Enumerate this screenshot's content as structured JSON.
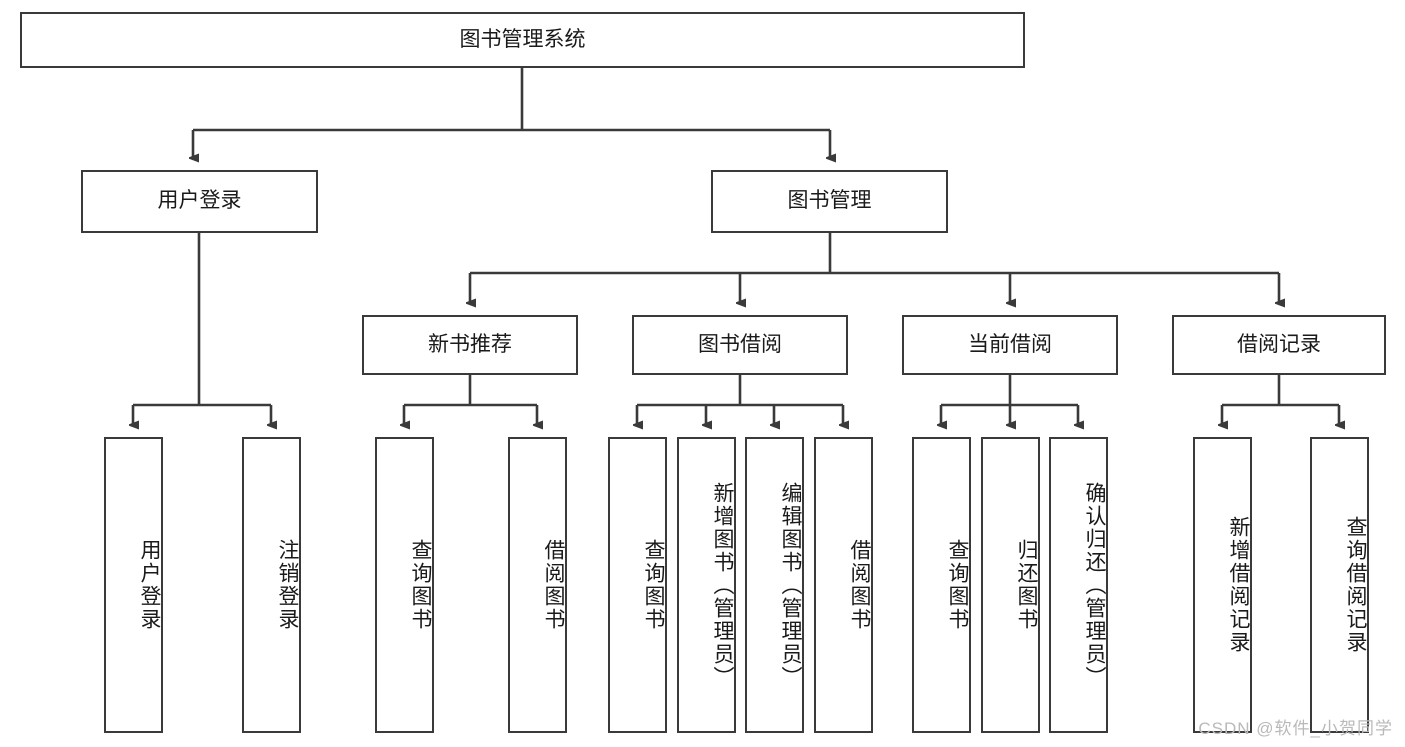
{
  "diagram": {
    "type": "tree-hierarchy",
    "title": "图书管理系统",
    "orientation": "top-down",
    "root": {
      "id": "root",
      "label": "图书管理系统"
    },
    "level2": [
      {
        "id": "user-login",
        "label": "用户登录"
      },
      {
        "id": "book-manage",
        "label": "图书管理"
      }
    ],
    "level3": [
      {
        "id": "new-book-recommend",
        "label": "新书推荐",
        "parent": "book-manage"
      },
      {
        "id": "book-borrow",
        "label": "图书借阅",
        "parent": "book-manage"
      },
      {
        "id": "current-borrow",
        "label": "当前借阅",
        "parent": "book-manage"
      },
      {
        "id": "borrow-record",
        "label": "借阅记录",
        "parent": "book-manage"
      }
    ],
    "leaves": [
      {
        "id": "leaf-user-login",
        "label": "用户登录",
        "parent": "user-login"
      },
      {
        "id": "leaf-logout",
        "label": "注销登录",
        "parent": "user-login"
      },
      {
        "id": "leaf-query-book-1",
        "label": "查询图书",
        "parent": "new-book-recommend"
      },
      {
        "id": "leaf-borrow-book-1",
        "label": "借阅图书",
        "parent": "new-book-recommend"
      },
      {
        "id": "leaf-query-book-2",
        "label": "查询图书",
        "parent": "book-borrow"
      },
      {
        "id": "leaf-add-book",
        "label": "新增图书（管理员）",
        "parent": "book-borrow"
      },
      {
        "id": "leaf-edit-book",
        "label": "编辑图书（管理员）",
        "parent": "book-borrow"
      },
      {
        "id": "leaf-borrow-book-2",
        "label": "借阅图书",
        "parent": "book-borrow"
      },
      {
        "id": "leaf-query-book-3",
        "label": "查询图书",
        "parent": "current-borrow"
      },
      {
        "id": "leaf-return-book",
        "label": "归还图书",
        "parent": "current-borrow"
      },
      {
        "id": "leaf-confirm-return",
        "label": "确认归还（管理员）",
        "parent": "current-borrow"
      },
      {
        "id": "leaf-add-record",
        "label": "新增借阅记录",
        "parent": "borrow-record"
      },
      {
        "id": "leaf-query-record",
        "label": "查询借阅记录",
        "parent": "borrow-record"
      }
    ],
    "colors": {
      "stroke": "#3a3a3a",
      "fill": "#ffffff",
      "text": "#1a1a1a",
      "watermark": "#b9b9b9"
    }
  },
  "watermark": {
    "text": "CSDN @软件_小贺同学"
  }
}
